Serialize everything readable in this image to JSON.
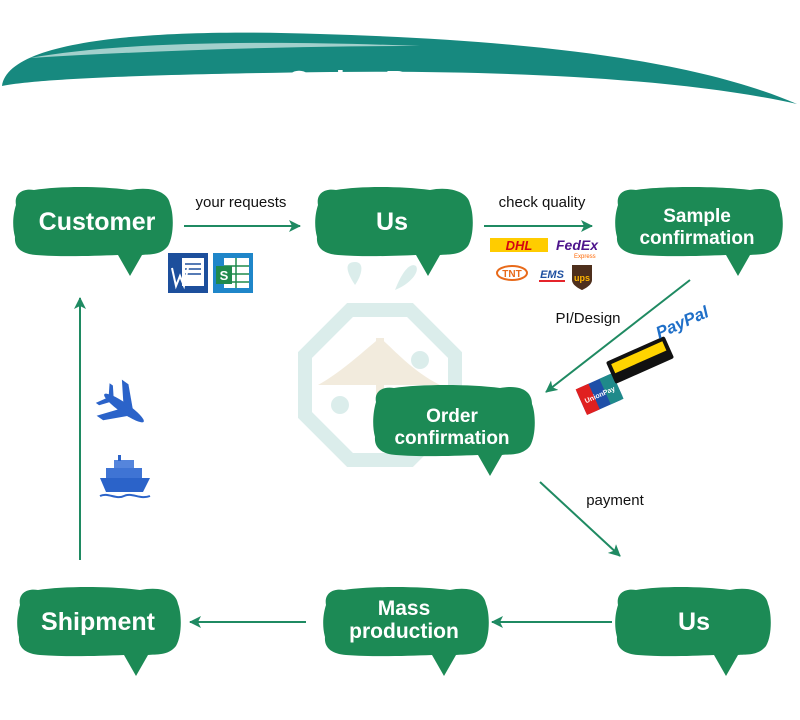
{
  "title": "Order Process",
  "colors": {
    "teal": "#17897f",
    "bubble": "#1c8a55",
    "arrow": "#1f8a62",
    "watermark": "#bfe0dc"
  },
  "nodes": {
    "customer": "Customer",
    "us_top": "Us",
    "sample": [
      "Sample",
      "confirmation"
    ],
    "order": [
      "Order",
      "confirmation"
    ],
    "us_bottom": "Us",
    "mass": [
      "Mass",
      "production"
    ],
    "shipment": "Shipment"
  },
  "edges": {
    "requests": "your requests",
    "quality": "check quality",
    "pi_design": "PI/Design",
    "payment": "payment"
  },
  "logos": {
    "dhl": "DHL",
    "fedex_main": "FedEx",
    "fedex_sub": "Express",
    "tnt": "TNT",
    "ems": "EMS",
    "ups": "ups",
    "paypal": "PayPal",
    "unionpay": "UnionPay"
  },
  "icons": {
    "word": "word-document-icon",
    "excel": "excel-spreadsheet-icon",
    "plane": "airplane-icon",
    "ship": "cargo-ship-icon"
  }
}
